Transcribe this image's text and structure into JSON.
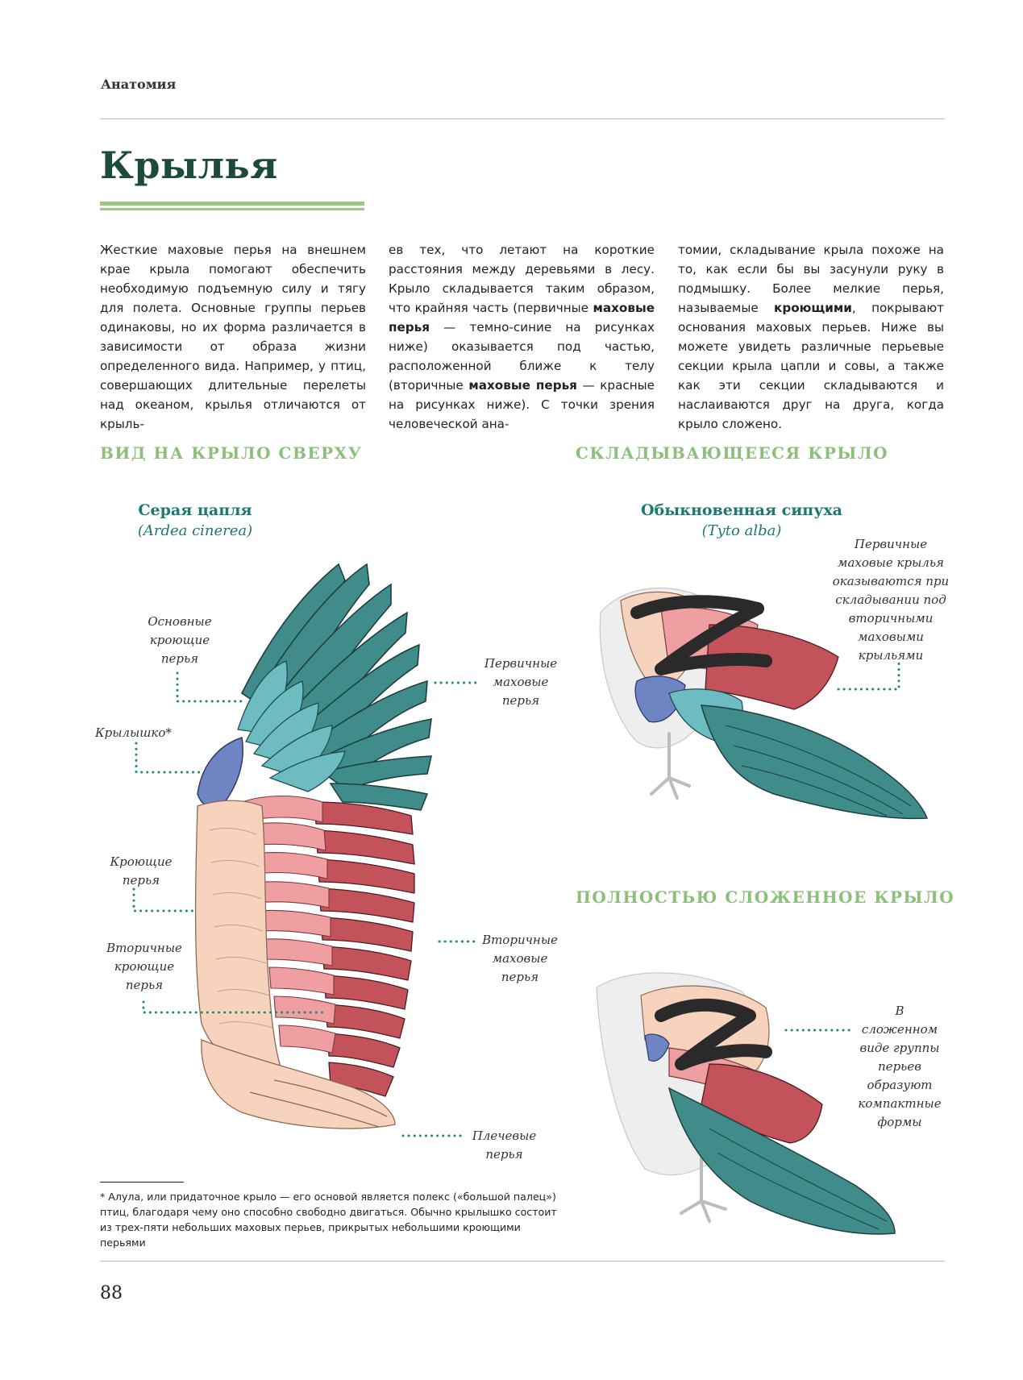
{
  "header": {
    "section": "Анатомия"
  },
  "title": "Крылья",
  "body": {
    "col1": "Жесткие маховые перья на внешнем крае крыла помогают обеспечить необходимую подъемную силу и тягу для полета. Основные группы перьев одинаковы, но их форма различается в зависимости от образа жизни определенного вида. Например, у птиц, совершающих длительные перелеты над океаном, крылья отличаются от крыль-",
    "col2_a": "ев тех, что летают на короткие расстояния между деревьями в лесу. Крыло складывается таким образом, что крайняя часть (первичные ",
    "col2_b1": "маховые перья",
    "col2_c": " — темно-синие на рисунках ниже) оказывается под частью, расположенной ближе к телу (вторичные ",
    "col2_b2": "маховые перья",
    "col2_d": " — красные на рисунках ниже). С точки зрения человеческой ана-",
    "col3_a": "томии, складывание крыла похоже на то, как если бы вы засунули руку в подмышку. Более мелкие перья, называемые ",
    "col3_b": "кроющими",
    "col3_c": ", покрывают основания маховых перьев. Ниже вы можете увидеть различные перьевые секции крыла цапли и совы, а также как эти секции складываются и наслаиваются друг на друга, когда крыло сложено."
  },
  "figures": {
    "top_view": {
      "heading": "ВИД НА КРЫЛО СВЕРХУ",
      "species_common": "Серая цапля",
      "species_latin": "(Ardea cinerea)",
      "labels": {
        "main_coverts": "Основные кроющие перья",
        "alula": "Крылышко*",
        "coverts": "Кроющие перья",
        "secondary_coverts": "Вторичные кроющие перья",
        "primaries": "Первичные маховые перья",
        "secondaries": "Вторичные маховые перья",
        "scapulars": "Плечевые перья"
      }
    },
    "folding": {
      "heading": "СКЛАДЫВАЮЩЕЕСЯ КРЫЛО",
      "species_common": "Обыкновенная сипуха",
      "species_latin": "(Tyto alba)",
      "note": "Первичные маховые крылья оказываются при складывании под вторичными маховыми крыльями"
    },
    "folded": {
      "heading": "ПОЛНОСТЬЮ СЛОЖЕННОЕ КРЫЛО",
      "note": "В сложенном виде группы перьев образуют компактные формы"
    }
  },
  "colors": {
    "primaries": "#3f8c8a",
    "main_coverts": "#6cbcc2",
    "alula": "#6f84c2",
    "secondaries": "#c4525a",
    "secondary_coverts": "#ef9ea2",
    "coverts": "#f7d3bd",
    "heading_green": "#8cbf7a",
    "title_green": "#1d4a3a",
    "teal_text": "#1a7a70",
    "dots": "#1e8a7a"
  },
  "footnote": "* Алула, или придаточное крыло — его основой является полекс («большой палец») птиц, благодаря чему оно способно свободно двигаться. Обычно крылышко состоит из трех-пяти небольших маховых перьев, прикрытых небольшими кроющими перьями",
  "page_number": "88"
}
